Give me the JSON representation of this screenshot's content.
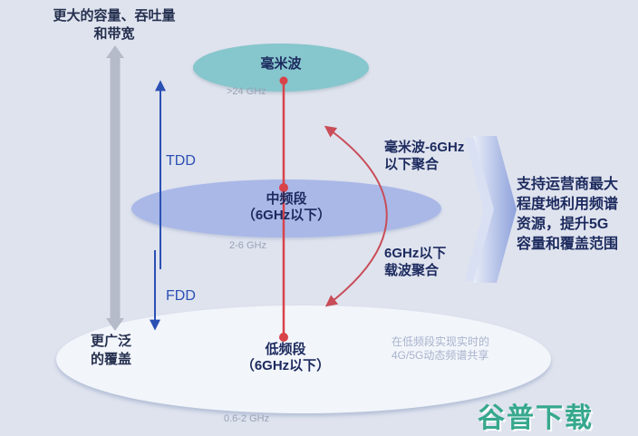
{
  "page": {
    "background": "#dfe3ee"
  },
  "header": {
    "capacity_label": "更大的容量、吞吐量\n和带宽"
  },
  "axes": {
    "tdd": "TDD",
    "fdd": "FDD",
    "coverage_label": "更广泛\n的覆盖"
  },
  "bands": [
    {
      "id": "mmwave",
      "label": "毫米波",
      "range": ">24 GHz",
      "color": "#86c6cd"
    },
    {
      "id": "mid",
      "label": "中频段\n（6GHz以下）",
      "range": "2-6 GHz",
      "color": "#a9b8e7"
    },
    {
      "id": "low",
      "label": "低频段\n（6GHz以下）",
      "range": "0.6-2 GHz",
      "color": "#f2f5fa"
    }
  ],
  "aggregation": {
    "mmwave_sub6": "毫米波-6GHz\n以下聚合",
    "sub6_ca": "6GHz以下\n载波聚合"
  },
  "notes": {
    "dss": "在低频段实现实时的\n4G/5G动态频谱共享",
    "benefit": "支持运营商最大\n程度地利用频谱\n资源，提升5G\n容量和覆盖范围"
  },
  "watermark": {
    "text": "谷普下载",
    "color": "#36a88d"
  },
  "colors": {
    "red": "#d8434a",
    "red_curve": "#c84d58",
    "blue": "#2b50b4",
    "gray_arrow": "#b5bbc9",
    "navy_text": "#1c2a5e",
    "range_gray": "#98a2b6",
    "note_gray": "#a9b3cd",
    "chevron_start": "#e9edf8",
    "chevron_end": "#8da1db"
  }
}
